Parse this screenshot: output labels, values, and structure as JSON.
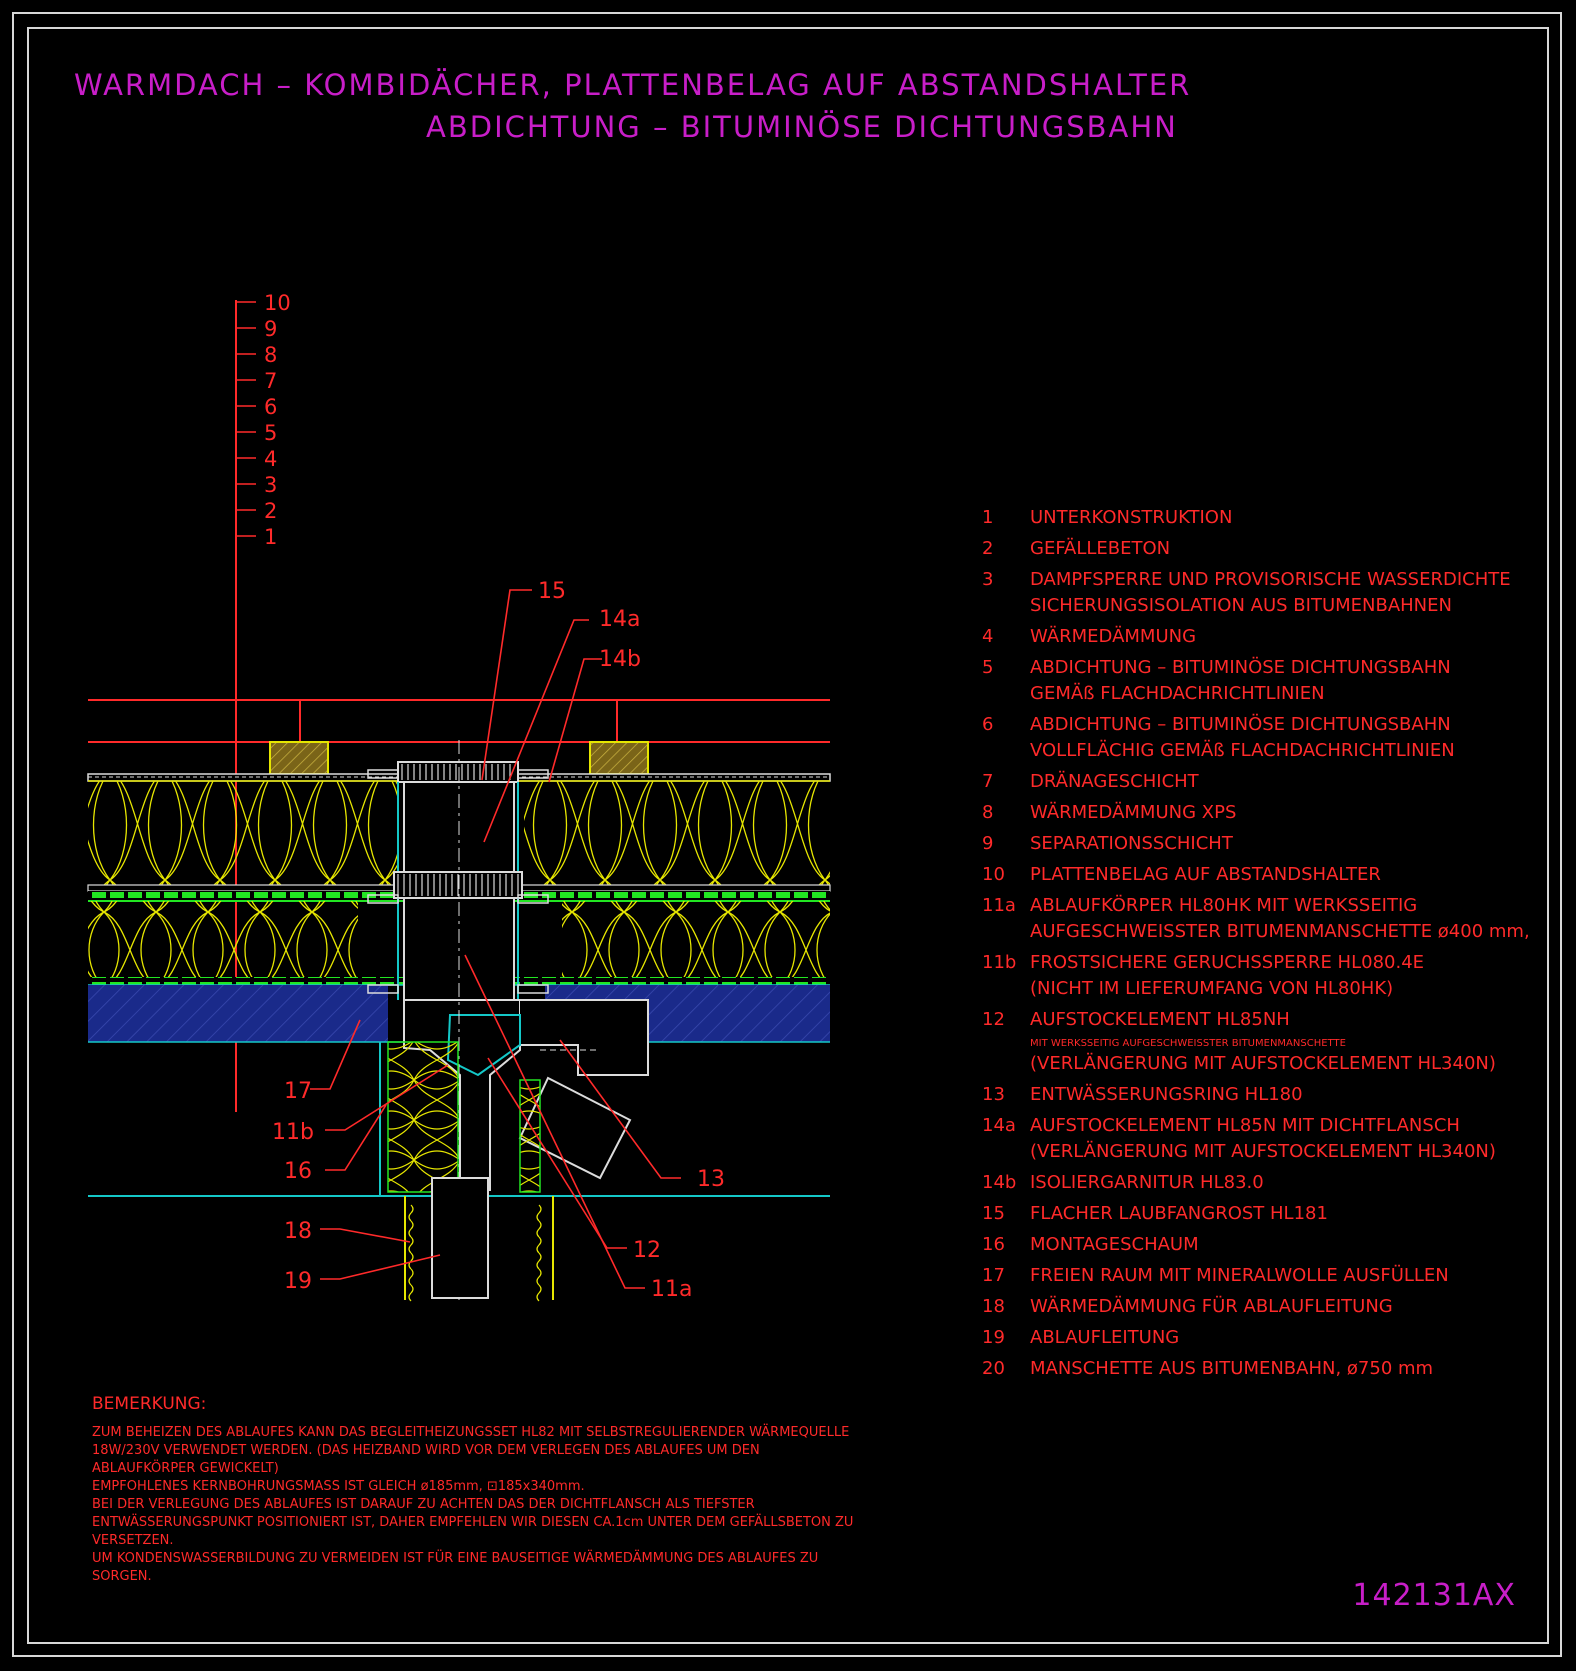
{
  "title": {
    "line1": "WARMDACH – KOMBIDÄCHER, PLATTENBELAG AUF ABSTANDSHALTER",
    "line2": "ABDICHTUNG – BITUMINÖSE DICHTUNGSBAHN"
  },
  "drawing_number": "142131AX",
  "layer_scale": [
    "10",
    "9",
    "8",
    "7",
    "6",
    "5",
    "4",
    "3",
    "2",
    "1"
  ],
  "callouts": {
    "c15": "15",
    "c14a": "14a",
    "c14b": "14b",
    "c17": "17",
    "c11b": "11b",
    "c16": "16",
    "c18": "18",
    "c19": "19",
    "c13": "13",
    "c12": "12",
    "c11a": "11a"
  },
  "legend": [
    {
      "num": "1",
      "lines": [
        "UNTERKONSTRUKTION"
      ]
    },
    {
      "num": "2",
      "lines": [
        "GEFÄLLEBETON"
      ]
    },
    {
      "num": "3",
      "lines": [
        "DAMPFSPERRE UND PROVISORISCHE WASSERDICHTE",
        "SICHERUNGSISOLATION AUS BITUMENBAHNEN"
      ]
    },
    {
      "num": "4",
      "lines": [
        "WÄRMEDÄMMUNG"
      ]
    },
    {
      "num": "5",
      "lines": [
        "ABDICHTUNG – BITUMINÖSE DICHTUNGSBAHN",
        "GEMÄß FLACHDACHRICHTLINIEN"
      ]
    },
    {
      "num": "6",
      "lines": [
        "ABDICHTUNG – BITUMINÖSE DICHTUNGSBAHN",
        "VOLLFLÄCHIG GEMÄß FLACHDACHRICHTLINIEN"
      ]
    },
    {
      "num": "7",
      "lines": [
        "DRÄNAGESCHICHT"
      ]
    },
    {
      "num": "8",
      "lines": [
        "WÄRMEDÄMMUNG XPS"
      ]
    },
    {
      "num": "9",
      "lines": [
        "SEPARATIONSSCHICHT"
      ]
    },
    {
      "num": "10",
      "lines": [
        "PLATTENBELAG AUF ABSTANDSHALTER"
      ]
    },
    {
      "num": "11a",
      "lines": [
        "ABLAUFKÖRPER HL80HK MIT WERKSSEITIG",
        "AUFGESCHWEISSTER BITUMENMANSCHETTE ø400 mm,"
      ]
    },
    {
      "num": "11b",
      "lines": [
        "FROSTSICHERE GERUCHSSPERRE HL080.4E",
        "(NICHT IM LIEFERUMFANG VON HL80HK)"
      ]
    },
    {
      "num": "12",
      "lines": [
        "AUFSTOCKELEMENT HL85NH"
      ],
      "small": "MIT WERKSSEITIG AUFGESCHWEISSTER BITUMENMANSCHETTE",
      "extra": "(VERLÄNGERUNG MIT AUFSTOCKELEMENT HL340N)"
    },
    {
      "num": "13",
      "lines": [
        "ENTWÄSSERUNGSRING HL180"
      ]
    },
    {
      "num": "14a",
      "lines": [
        "AUFSTOCKELEMENT HL85N MIT DICHTFLANSCH",
        "(VERLÄNGERUNG MIT AUFSTOCKELEMENT HL340N)"
      ]
    },
    {
      "num": "14b",
      "lines": [
        "ISOLIERGARNITUR HL83.0"
      ]
    },
    {
      "num": "15",
      "lines": [
        "FLACHER LAUBFANGROST HL181"
      ]
    },
    {
      "num": "16",
      "lines": [
        "MONTAGESCHAUM"
      ]
    },
    {
      "num": "17",
      "lines": [
        "FREIEN RAUM MIT MINERALWOLLE AUSFÜLLEN"
      ]
    },
    {
      "num": "18",
      "lines": [
        "WÄRMEDÄMMUNG FÜR ABLAUFLEITUNG"
      ]
    },
    {
      "num": "19",
      "lines": [
        "ABLAUFLEITUNG"
      ]
    },
    {
      "num": "20",
      "lines": [
        "MANSCHETTE AUS BITUMENBAHN, ø750 mm"
      ]
    }
  ],
  "remark": {
    "title": "BEMERKUNG:",
    "lines": [
      "ZUM BEHEIZEN DES ABLAUFES KANN DAS BEGLEITHEIZUNGSSET HL82 MIT SELBSTREGULIERENDER WÄRMEQUELLE",
      "18W/230V VERWENDET WERDEN. (DAS HEIZBAND WIRD VOR DEM VERLEGEN DES ABLAUFES UM DEN",
      "ABLAUFKÖRPER GEWICKELT)",
      "EMPFOHLENES KERNBOHRUNGSMASS IST GLEICH ø185mm, ⊡185x340mm.",
      "BEI DER VERLEGUNG DES ABLAUFES IST DARAUF ZU ACHTEN DAS DER DICHTFLANSCH ALS TIEFSTER",
      "ENTWÄSSERUNGSPUNKT POSITIONIERT IST, DAHER EMPFEHLEN WIR DIESEN CA.1cm UNTER DEM GEFÄLLSBETON ZU",
      "VERSETZEN.",
      "UM KONDENSWASSERBILDUNG ZU VERMEIDEN IST FÜR EINE BAUSEITIGE WÄRMEDÄMMUNG DES ABLAUFES ZU",
      "SORGEN."
    ]
  },
  "colors": {
    "magenta": "#c81ec8",
    "red": "#ff2a2a",
    "yellow": "#e6e600",
    "green": "#22e622",
    "cyan": "#14c8c8",
    "blue_fill": "#1a2a8a",
    "white": "#dcdcdc"
  }
}
